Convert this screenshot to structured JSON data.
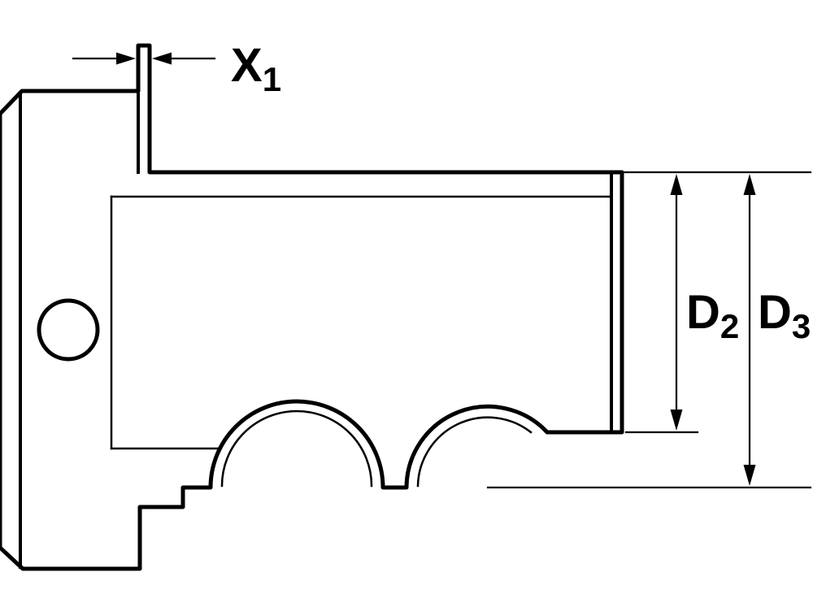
{
  "diagram": {
    "background_color": "#ffffff",
    "line_color": "#000000",
    "labels": {
      "x1": {
        "main": "X",
        "sub": "1"
      },
      "d2": {
        "main": "D",
        "sub": "2"
      },
      "d3": {
        "main": "D",
        "sub": "3"
      }
    }
  }
}
